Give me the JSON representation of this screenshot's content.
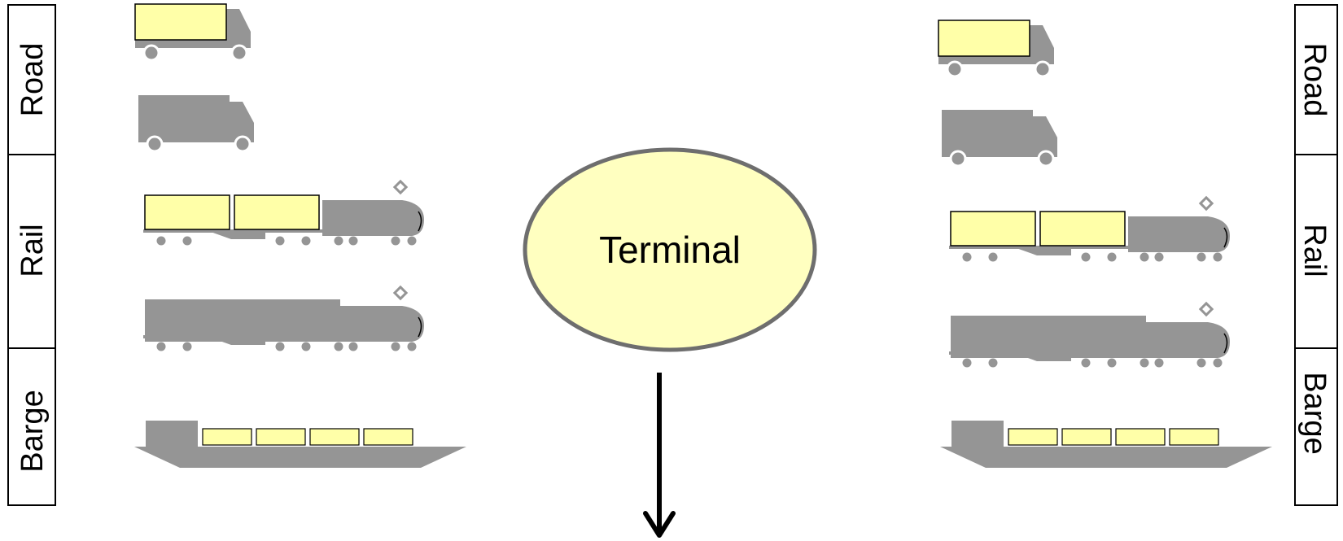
{
  "left_panel": {
    "labels": {
      "road": "Road",
      "rail": "Rail",
      "barge": "Barge"
    }
  },
  "right_panel": {
    "labels": {
      "road": "Road",
      "rail": "Rail",
      "barge": "Barge"
    }
  },
  "terminal": {
    "label": "Terminal"
  },
  "colors": {
    "vehicle": "#959595",
    "container": "#ffffa8",
    "terminal_fill": "#ffffc0",
    "terminal_stroke": "#6e6e6e",
    "arrow": "#000000"
  },
  "icons": [
    "truck-loaded-icon",
    "truck-empty-icon",
    "train-loaded-icon",
    "train-empty-icon",
    "barge-loaded-icon",
    "down-arrow-icon"
  ]
}
